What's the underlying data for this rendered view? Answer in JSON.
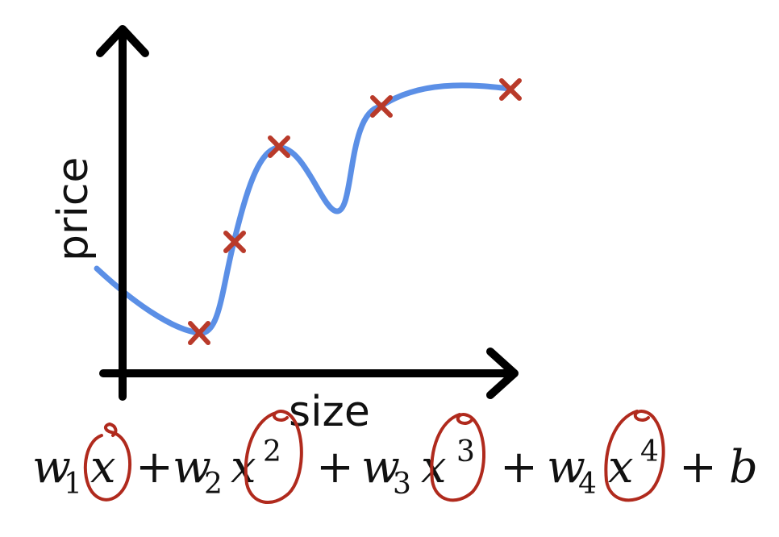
{
  "axes": {
    "y_label": "price",
    "x_label": "size"
  },
  "equation": {
    "terms": [
      {
        "coef": "w",
        "coef_sub": "1",
        "var": "x",
        "power": ""
      },
      {
        "coef": "w",
        "coef_sub": "2",
        "var": "x",
        "power": "2"
      },
      {
        "coef": "w",
        "coef_sub": "3",
        "var": "x",
        "power": "3"
      },
      {
        "coef": "w",
        "coef_sub": "4",
        "var": "x",
        "power": "4"
      }
    ],
    "plus": "+",
    "bias": "b"
  },
  "colors": {
    "axis": "#000000",
    "curve": "#5b8fe6",
    "points": "#b93a2a",
    "circles": "#b02a1d",
    "text": "#111111"
  }
}
